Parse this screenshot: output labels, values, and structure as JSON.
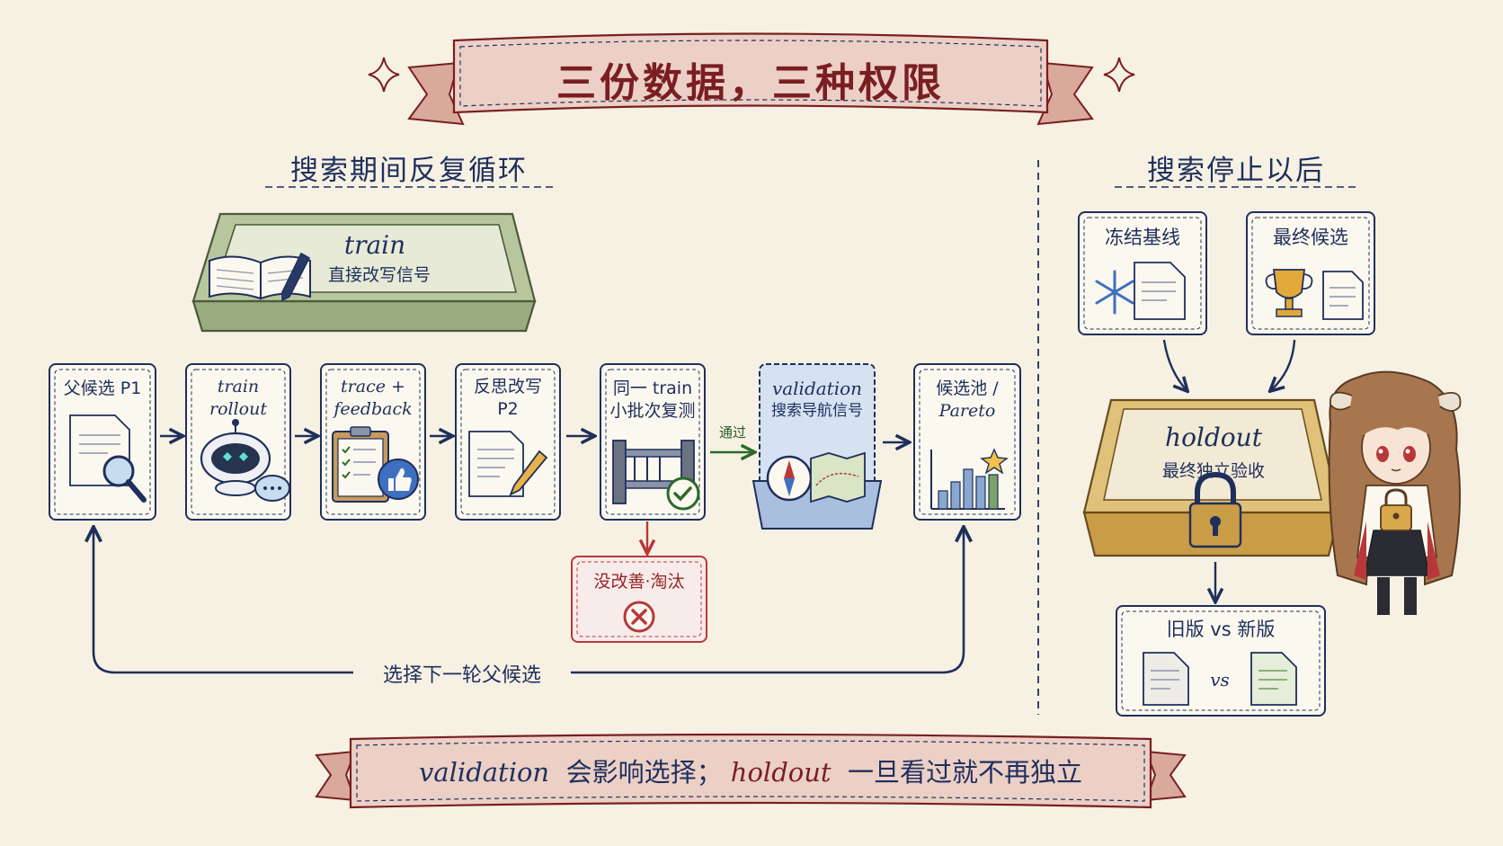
{
  "title": "三份数据，三种权限",
  "sections": {
    "during_search": "搜索期间反复循环",
    "after_search": "搜索停止以后"
  },
  "train_tray": {
    "name": "train",
    "desc": "直接改写信号"
  },
  "pipeline": [
    {
      "id": "parent",
      "line1": "父候选 P1",
      "line2": ""
    },
    {
      "id": "rollout",
      "line1": "train",
      "line2": "rollout"
    },
    {
      "id": "trace",
      "line1": "trace +",
      "line2": "feedback"
    },
    {
      "id": "reflect",
      "line1": "反思改写",
      "line2": "P2"
    },
    {
      "id": "minibatch",
      "line1": "同一 train",
      "line2": "小批次复测"
    },
    {
      "id": "validation",
      "line1": "validation",
      "line2": "搜索导航信号"
    },
    {
      "id": "pool",
      "line1": "候选池 /",
      "line2": "Pareto"
    }
  ],
  "pass_label": "通过",
  "reject_label": "没改善·淘汰",
  "loop_label": "选择下一轮父候选",
  "after": {
    "frozen": "冻结基线",
    "final": "最终候选",
    "holdout_name": "holdout",
    "holdout_desc": "最终独立验收",
    "compare": "旧版 vs 新版",
    "vs": "vs"
  },
  "bottom": {
    "kw1": "validation",
    "text1": "会影响选择；",
    "kw2": "holdout",
    "text2": "一旦看过就不再独立"
  },
  "colors": {
    "background": "#f6f1e3",
    "navy": "#1f2f5c",
    "maroon": "#7a1e22",
    "ribbon": "#e9c8bf",
    "tray_green": "#a7b78c",
    "tray_blue": "#9fb6d8",
    "tray_gold": "#d8b868",
    "reject_red": "#b8383a",
    "pass_green": "#2b6a2a"
  }
}
